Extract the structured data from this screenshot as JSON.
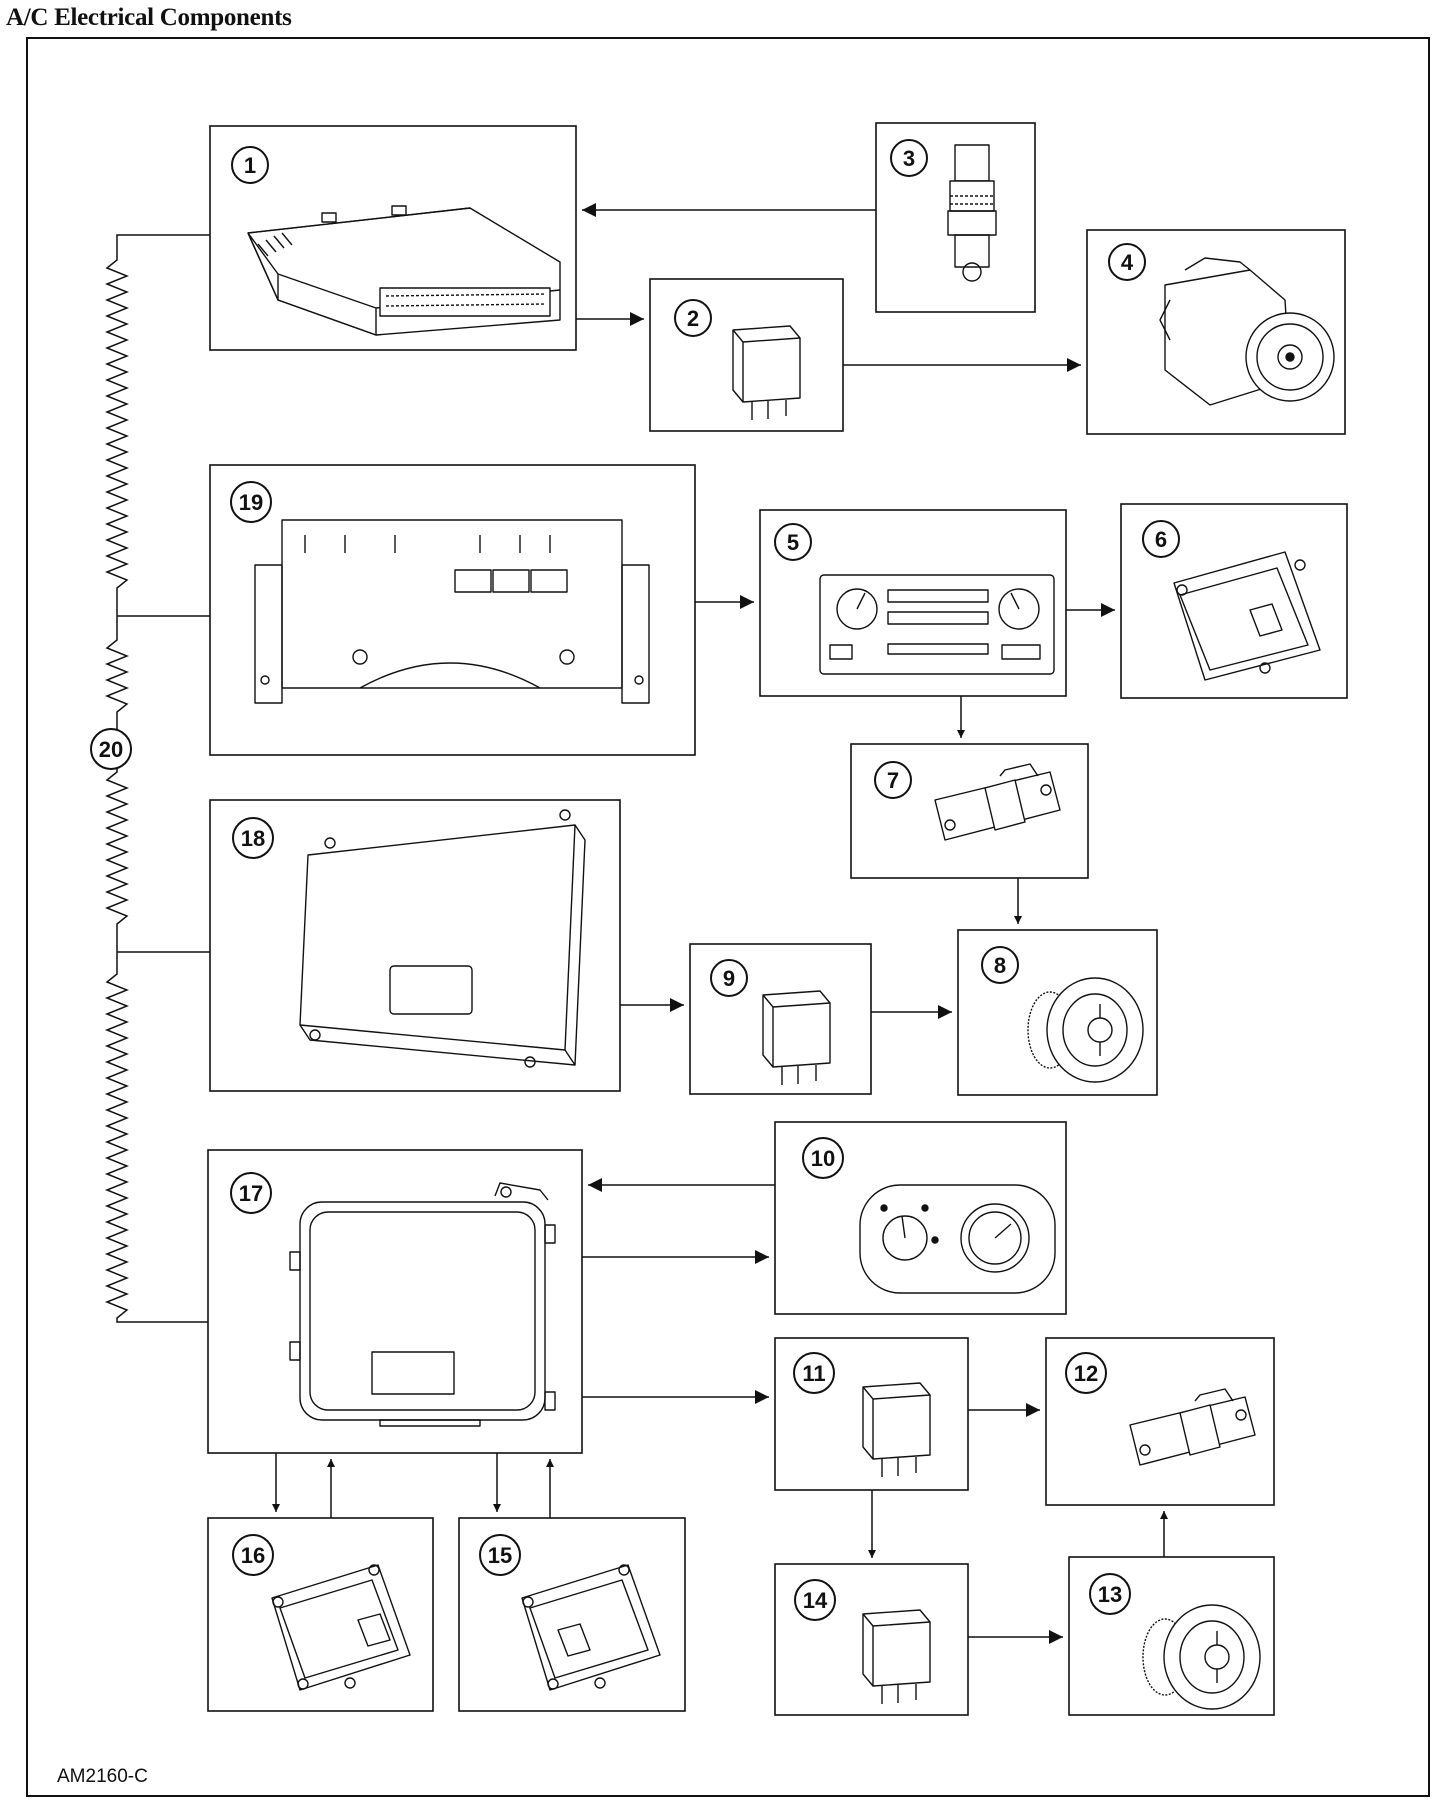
{
  "title": "A/C Electrical Components",
  "figure_code": "AM2160-C",
  "callouts": [
    "1",
    "2",
    "3",
    "4",
    "5",
    "6",
    "7",
    "8",
    "9",
    "10",
    "11",
    "12",
    "13",
    "14",
    "15",
    "16",
    "17",
    "18",
    "19",
    "20"
  ],
  "component_icons": {
    "1": "control-module-icon",
    "2": "relay-icon",
    "3": "pressure-switch-icon",
    "4": "ac-compressor-icon",
    "5": "climate-control-panel-icon",
    "6": "door-actuator-icon",
    "7": "blower-resistor-icon",
    "8": "blower-motor-icon",
    "9": "relay-icon",
    "10": "climate-control-head-icon",
    "11": "relay-icon",
    "12": "blower-resistor-icon",
    "13": "blower-motor-icon",
    "14": "relay-icon",
    "15": "door-actuator-icon",
    "16": "door-actuator-icon",
    "17": "control-module-icon",
    "18": "control-module-icon",
    "19": "instrument-cluster-icon"
  },
  "colors": {
    "line": "#111111",
    "background": "#ffffff"
  }
}
